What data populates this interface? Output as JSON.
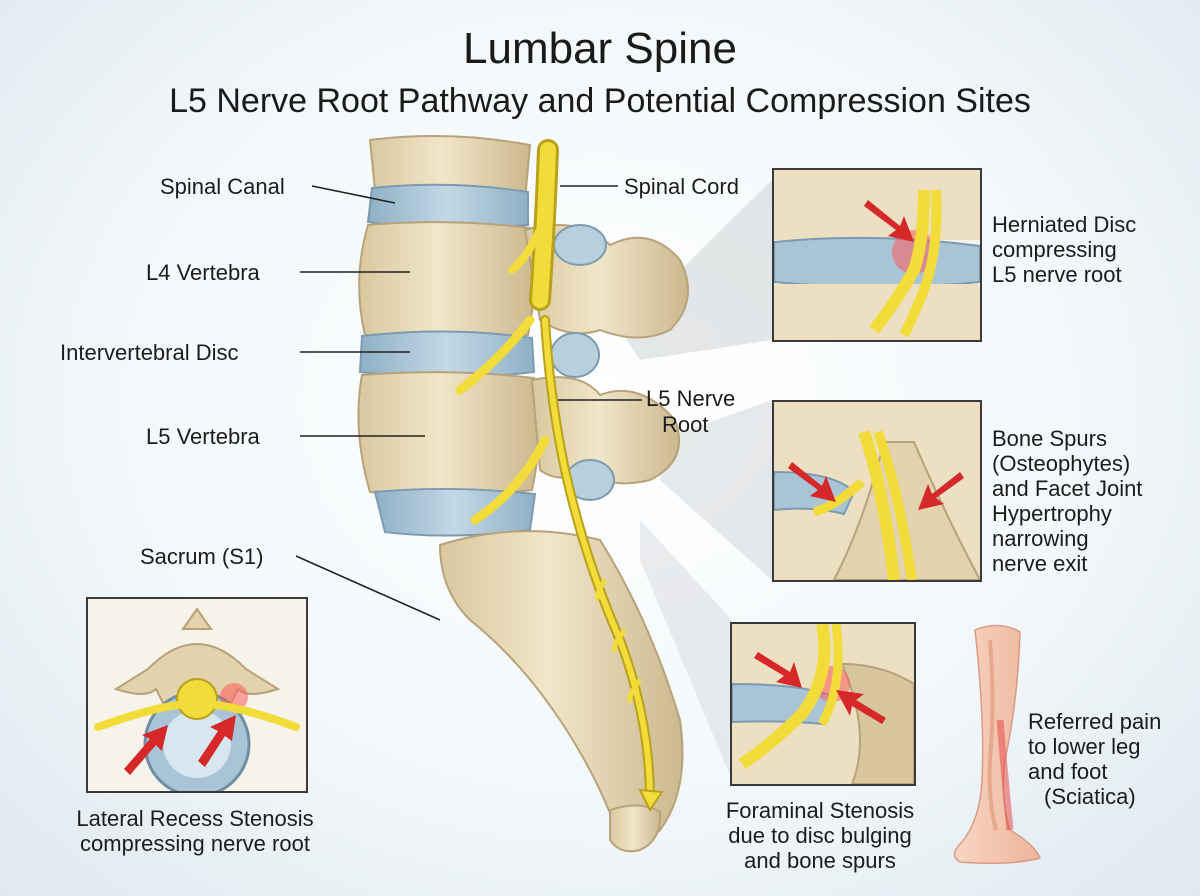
{
  "title": "Lumbar Spine",
  "subtitle": "L5 Nerve Root Pathway and Potential Compression Sites",
  "labels": {
    "spinal_canal": "Spinal Canal",
    "spinal_cord": "Spinal Cord",
    "l4_vertebra": "L4 Vertebra",
    "intervertebral_disc": "Intervertebral Disc",
    "l5_vertebra": "L5 Vertebra",
    "l5_nerve_root_line1": "L5 Nerve",
    "l5_nerve_root_line2": "Root",
    "sacrum": "Sacrum (S1)"
  },
  "callouts": {
    "herniated": [
      "Herniated Disc",
      "compressing",
      "L5 nerve root"
    ],
    "bone_spurs": [
      "Bone Spurs",
      "(Osteophytes)",
      "and Facet Joint",
      "Hypertrophy",
      "narrowing",
      "nerve exit"
    ],
    "foraminal": [
      "Foraminal Stenosis",
      "due to disc bulging",
      "and bone spurs"
    ],
    "lateral_recess": [
      "Lateral Recess Stenosis",
      "compressing nerve root"
    ],
    "referred_pain": [
      "Referred pain",
      "to lower leg",
      "and foot",
      "(Sciatica)"
    ]
  },
  "colors": {
    "bone": "#e9dcbc",
    "bone_shadow": "#c9b68d",
    "disc": "#a9c4d6",
    "nerve": "#f2dc3a",
    "nerve_outline": "#b9a11c",
    "arrow": "#d62828",
    "inflammation": "#ff5a5a",
    "leg": "#f6c9b4"
  }
}
